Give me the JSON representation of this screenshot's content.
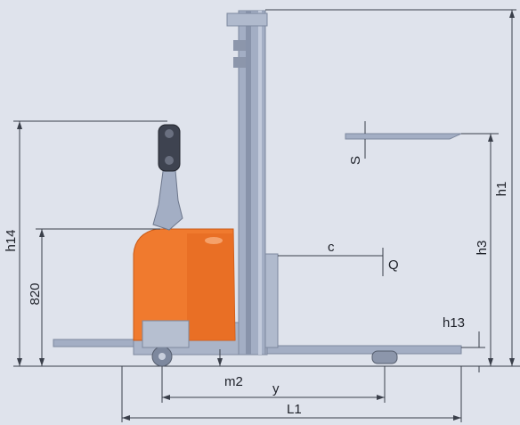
{
  "colors": {
    "background": "#dfe3ec",
    "body_orange": "#f07a2e",
    "body_orange_dark": "#c95a17",
    "steel": "#a3aec4",
    "steel_dark": "#7d889e",
    "line": "#3a3f4a"
  },
  "labels": {
    "h1": "h1",
    "h3": "h3",
    "h13": "h13",
    "h14": "h14",
    "s": "S",
    "c": "c",
    "q": "Q",
    "d820": "820",
    "m2": "m2",
    "y": "y",
    "l1": "L1"
  }
}
